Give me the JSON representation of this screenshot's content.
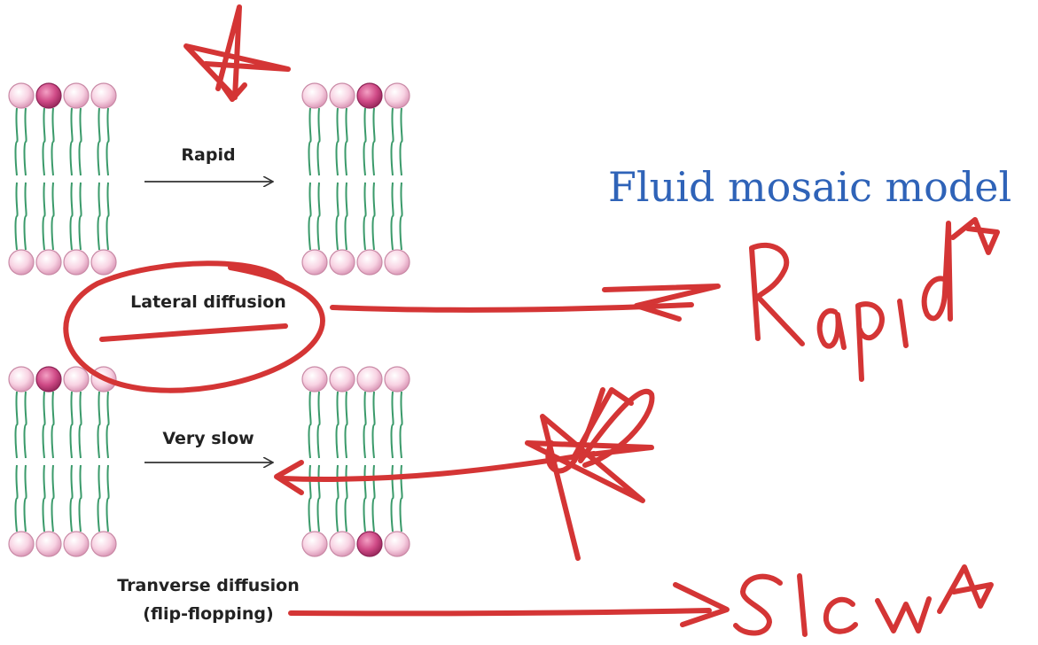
{
  "title": "Fluid mosaic model",
  "labels": {
    "rapid_arrow": "Rapid",
    "lateral": "Lateral diffusion",
    "very_slow_arrow": "Very slow",
    "transverse_line1": "Tranverse diffusion",
    "transverse_line2": "(flip-flopping)"
  },
  "annotations": {
    "rapid_note": "Rapid",
    "slow_note": "Slow"
  },
  "colors": {
    "title": "#2f63b8",
    "ink": "#d43535",
    "head_light": "#f6c9dc",
    "head_highlight": "#d2558e",
    "tail": "#3a9a6a"
  }
}
